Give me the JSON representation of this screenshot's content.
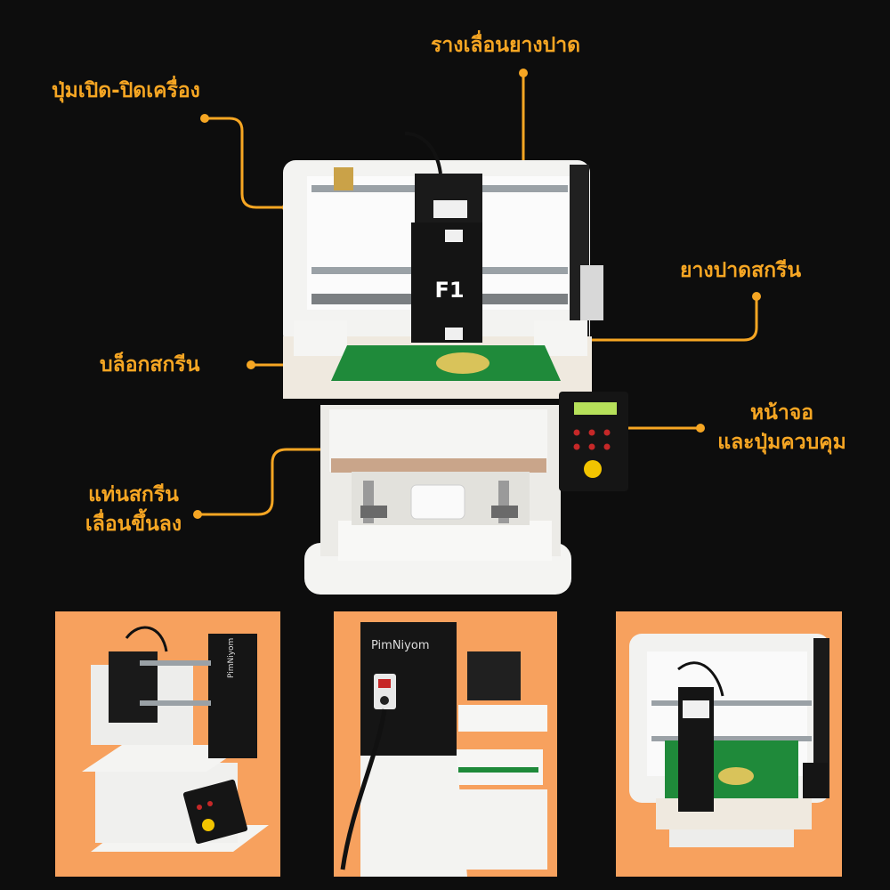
{
  "labels": {
    "power_switch": "ปุ่มเปิด-ปิดเครื่อง",
    "squeegee_rail": "รางเลื่อนยางปาด",
    "squeegee": "ยางปาดสกรีน",
    "screen_block": "บล็อกสกรีน",
    "display_controls_line1": "หน้าจอ",
    "display_controls_line2": "และปุ่มควบคุม",
    "platen_line1": "แท่นสกรีน",
    "platen_line2": "เลื่อนขึ้นลง"
  },
  "machine": {
    "head_label": "F1",
    "brand": "PimNiyom"
  },
  "colors": {
    "background": "#0d0d0d",
    "accent": "#f6a623",
    "thumbnail_bg": "#f7a15e",
    "screen_green": "#1f8a3a"
  }
}
